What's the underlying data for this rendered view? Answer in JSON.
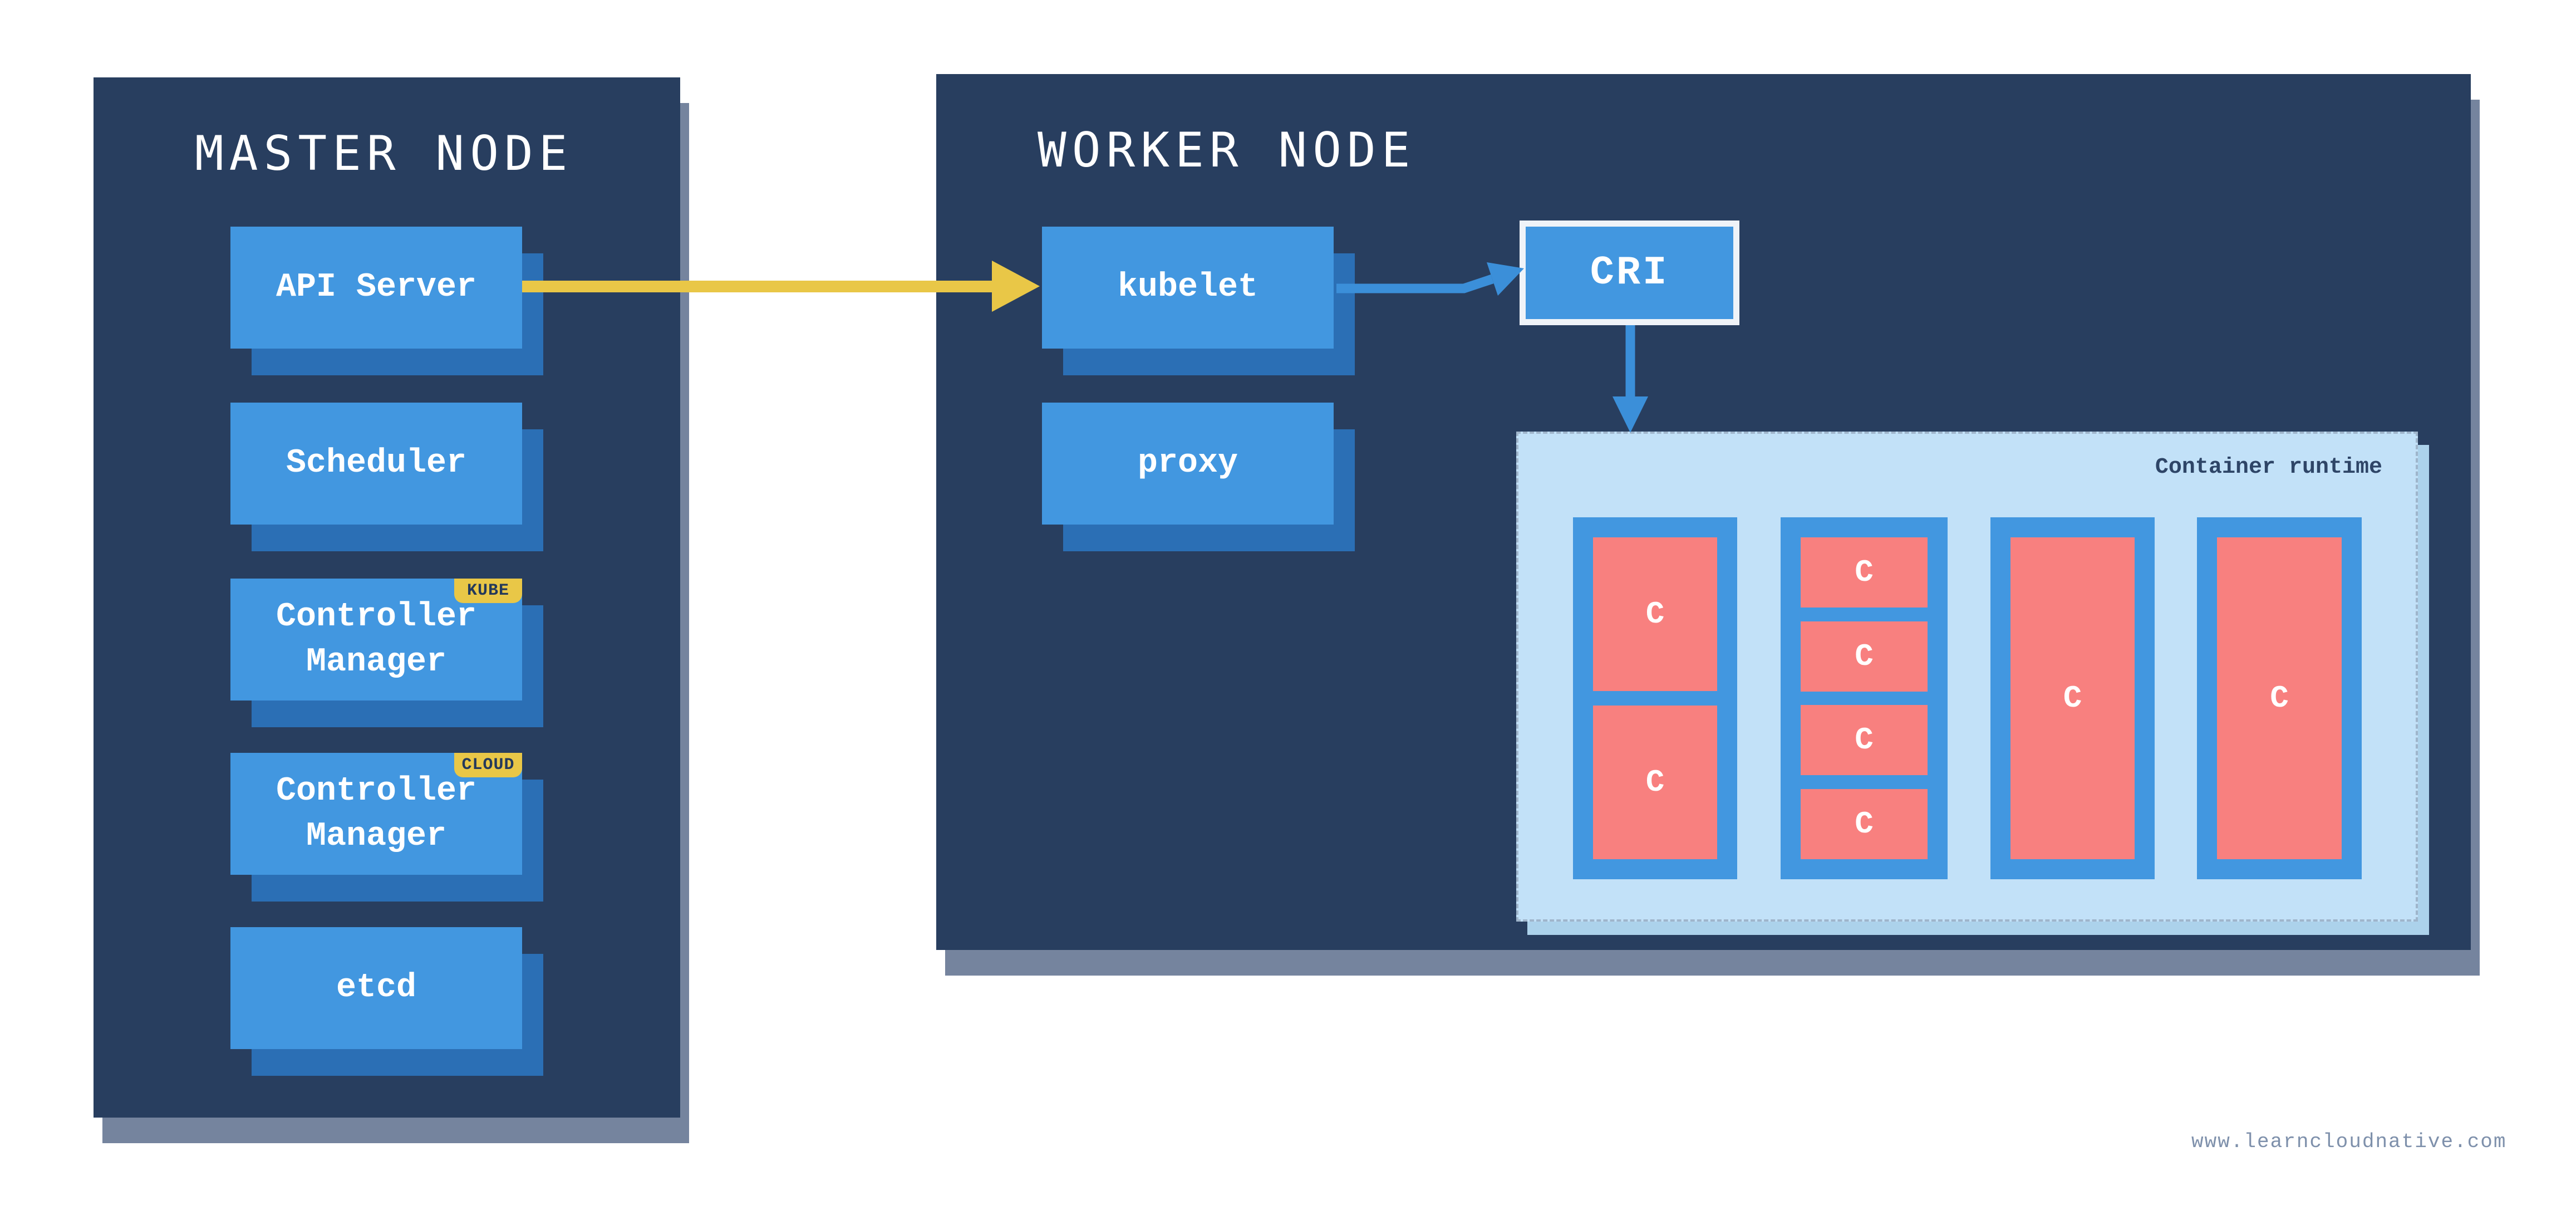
{
  "master_node": {
    "title": "MASTER NODE",
    "boxes": [
      {
        "label": "API Server"
      },
      {
        "label": "Scheduler"
      },
      {
        "label": "Controller\nManager",
        "tag": "KUBE"
      },
      {
        "label": "Controller\nManager",
        "tag": "CLOUD"
      },
      {
        "label": "etcd"
      }
    ]
  },
  "worker_node": {
    "title": "WORKER NODE",
    "kubelet": {
      "label": "kubelet"
    },
    "proxy": {
      "label": "proxy"
    },
    "cri": {
      "label": "CRI"
    },
    "runtime": {
      "label": "Container runtime",
      "pods": [
        {
          "containers": [
            "C",
            "C"
          ]
        },
        {
          "containers": [
            "C",
            "C",
            "C",
            "C"
          ]
        },
        {
          "containers": [
            "C"
          ]
        },
        {
          "containers": [
            "C"
          ]
        }
      ]
    }
  },
  "footer": {
    "website": "www.learncloudnative.com"
  },
  "colors": {
    "panel_navy": "#283E5F",
    "panel_shadow_gray": "#75849E",
    "box_blue": "#4297E0",
    "box_shadow_blue": "#2B6FB5",
    "accent_yellow": "#E9C747",
    "arrow_blue": "#3B8FD9",
    "runtime_light_blue": "#C2E1F8",
    "runtime_shadow_blue": "#ACD2EB",
    "runtime_border": "#9FB5CB",
    "container_red": "#F8807F",
    "text_navy": "#24395B",
    "cri_border_white": "#EFF3F8",
    "footer_gray": "#7E90AB"
  }
}
